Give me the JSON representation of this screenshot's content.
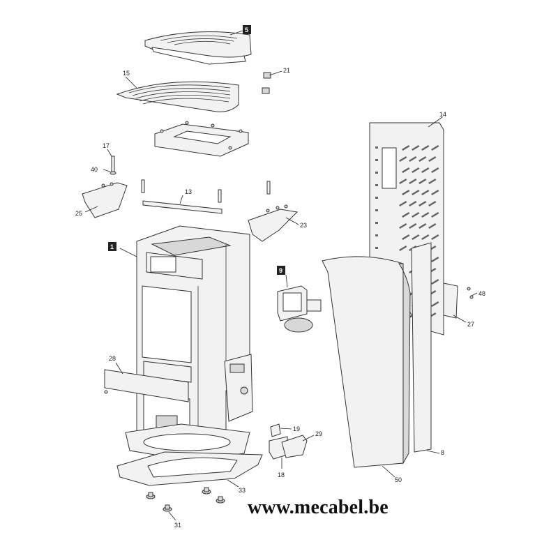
{
  "callouts": {
    "c1": "1",
    "c5": "5",
    "c8": "8",
    "c9": "9",
    "c13": "13",
    "c14": "14",
    "c15": "15",
    "c17": "17",
    "c18": "18",
    "c19": "19",
    "c21": "21",
    "c23": "23",
    "c25": "25",
    "c27": "27",
    "c28": "28",
    "c29": "29",
    "c31": "31",
    "c33": "33",
    "c40": "40",
    "c48": "48",
    "c50": "50"
  },
  "watermark": "www.mecabel.be"
}
